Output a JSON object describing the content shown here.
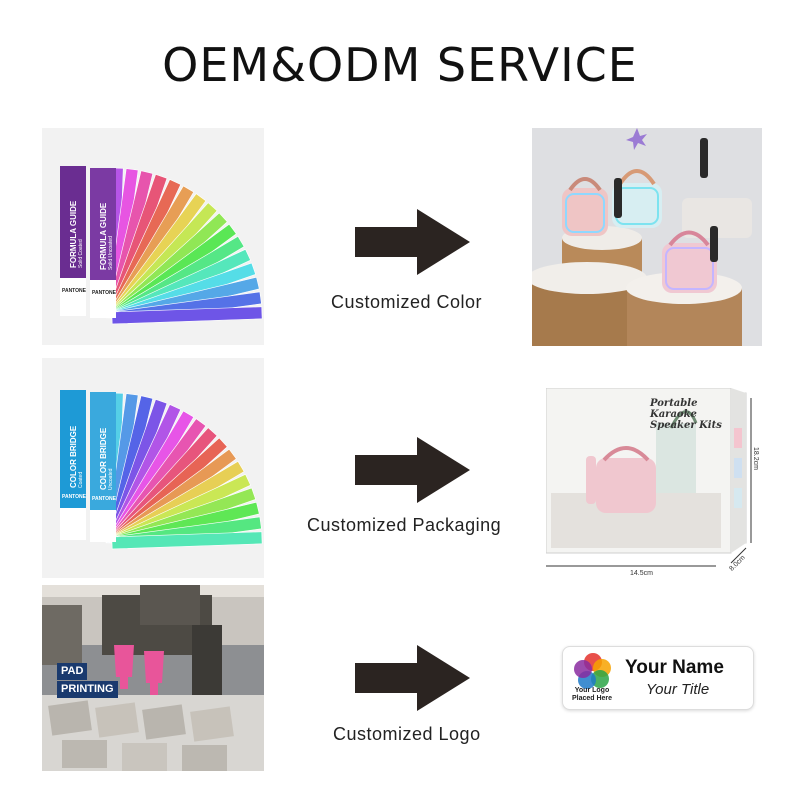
{
  "page": {
    "title": "OEM&ODM SERVICE"
  },
  "rows": [
    {
      "label": "Customized Color"
    },
    {
      "label": "Customized Packaging"
    },
    {
      "label": "Customized Logo"
    }
  ],
  "color_guides": [
    {
      "line1": "FORMULA GUIDE",
      "line2": "Solid Coated",
      "brand": "PANTONE"
    },
    {
      "line1": "FORMULA GUIDE",
      "line2": "Solid Uncoated",
      "brand": "PANTONE"
    }
  ],
  "bridge_guides": [
    {
      "line1": "COLOR BRIDGE",
      "line2": "Coated",
      "brand": "PANTONE"
    },
    {
      "line1": "COLOR BRIDGE",
      "line2": "Uncoated",
      "brand": "PANTONE"
    }
  ],
  "pad_printing": {
    "line1": "PAD",
    "line2": "PRINTING"
  },
  "packaging": {
    "box_title_1": "Portable Karaoke",
    "box_title_2": "Speaker Kits",
    "width": "14.5cm",
    "height": "18.2cm",
    "depth": "8.0cm"
  },
  "namecard": {
    "logo_line1": "Your Logo",
    "logo_line2": "Placed Here",
    "name": "Your Name",
    "title": "Your Title"
  },
  "colors": {
    "arrow": "#2b2421",
    "panel": "#f2f2f2",
    "pad_badge": "#1a3a6e"
  }
}
